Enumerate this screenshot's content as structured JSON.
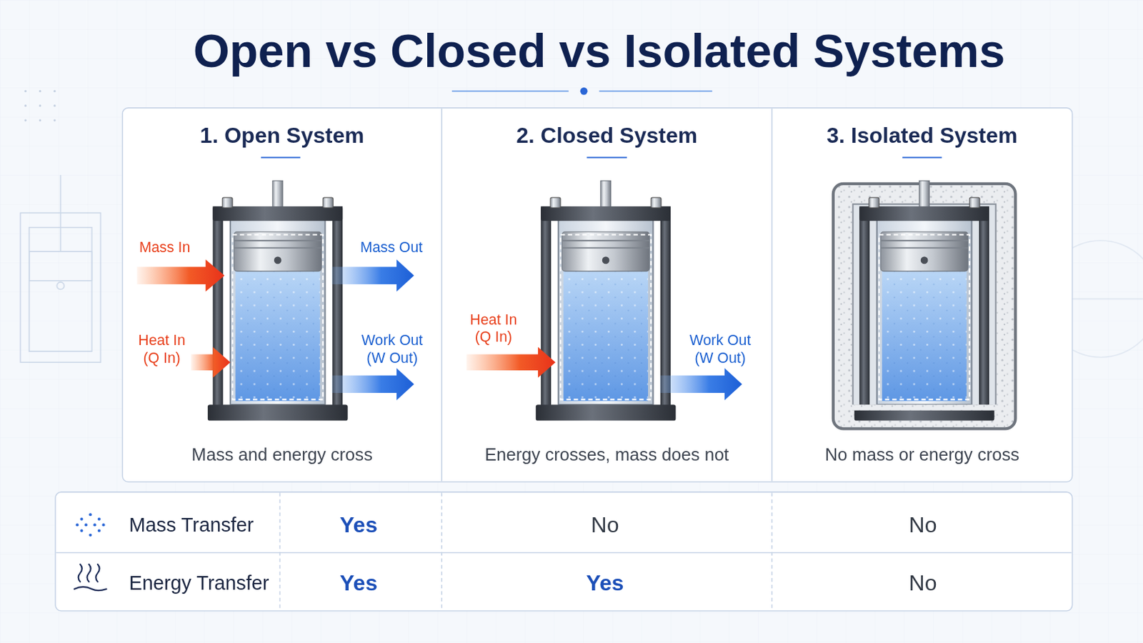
{
  "diagram": {
    "title": "Open vs Closed vs Isolated Systems",
    "nodes": [
      {
        "text": [
          "1. Open System",
          "Mass and energy cross"
        ]
      },
      {
        "text": [
          "2. Closed System",
          "Energy crosses, mass does not"
        ]
      },
      {
        "text": [
          "3. Isolated System",
          "No mass or energy cross"
        ]
      }
    ],
    "labels": [
      "Mass In",
      "Mass Out",
      "Heat In (Q In)",
      "Work Out (W Out)",
      "Heat In (Q In)",
      "Work Out (W Out)",
      "Mass Transfer",
      "Yes",
      "No",
      "No",
      "Energy Transfer",
      "Yes",
      "Yes",
      "No"
    ]
  }
}
